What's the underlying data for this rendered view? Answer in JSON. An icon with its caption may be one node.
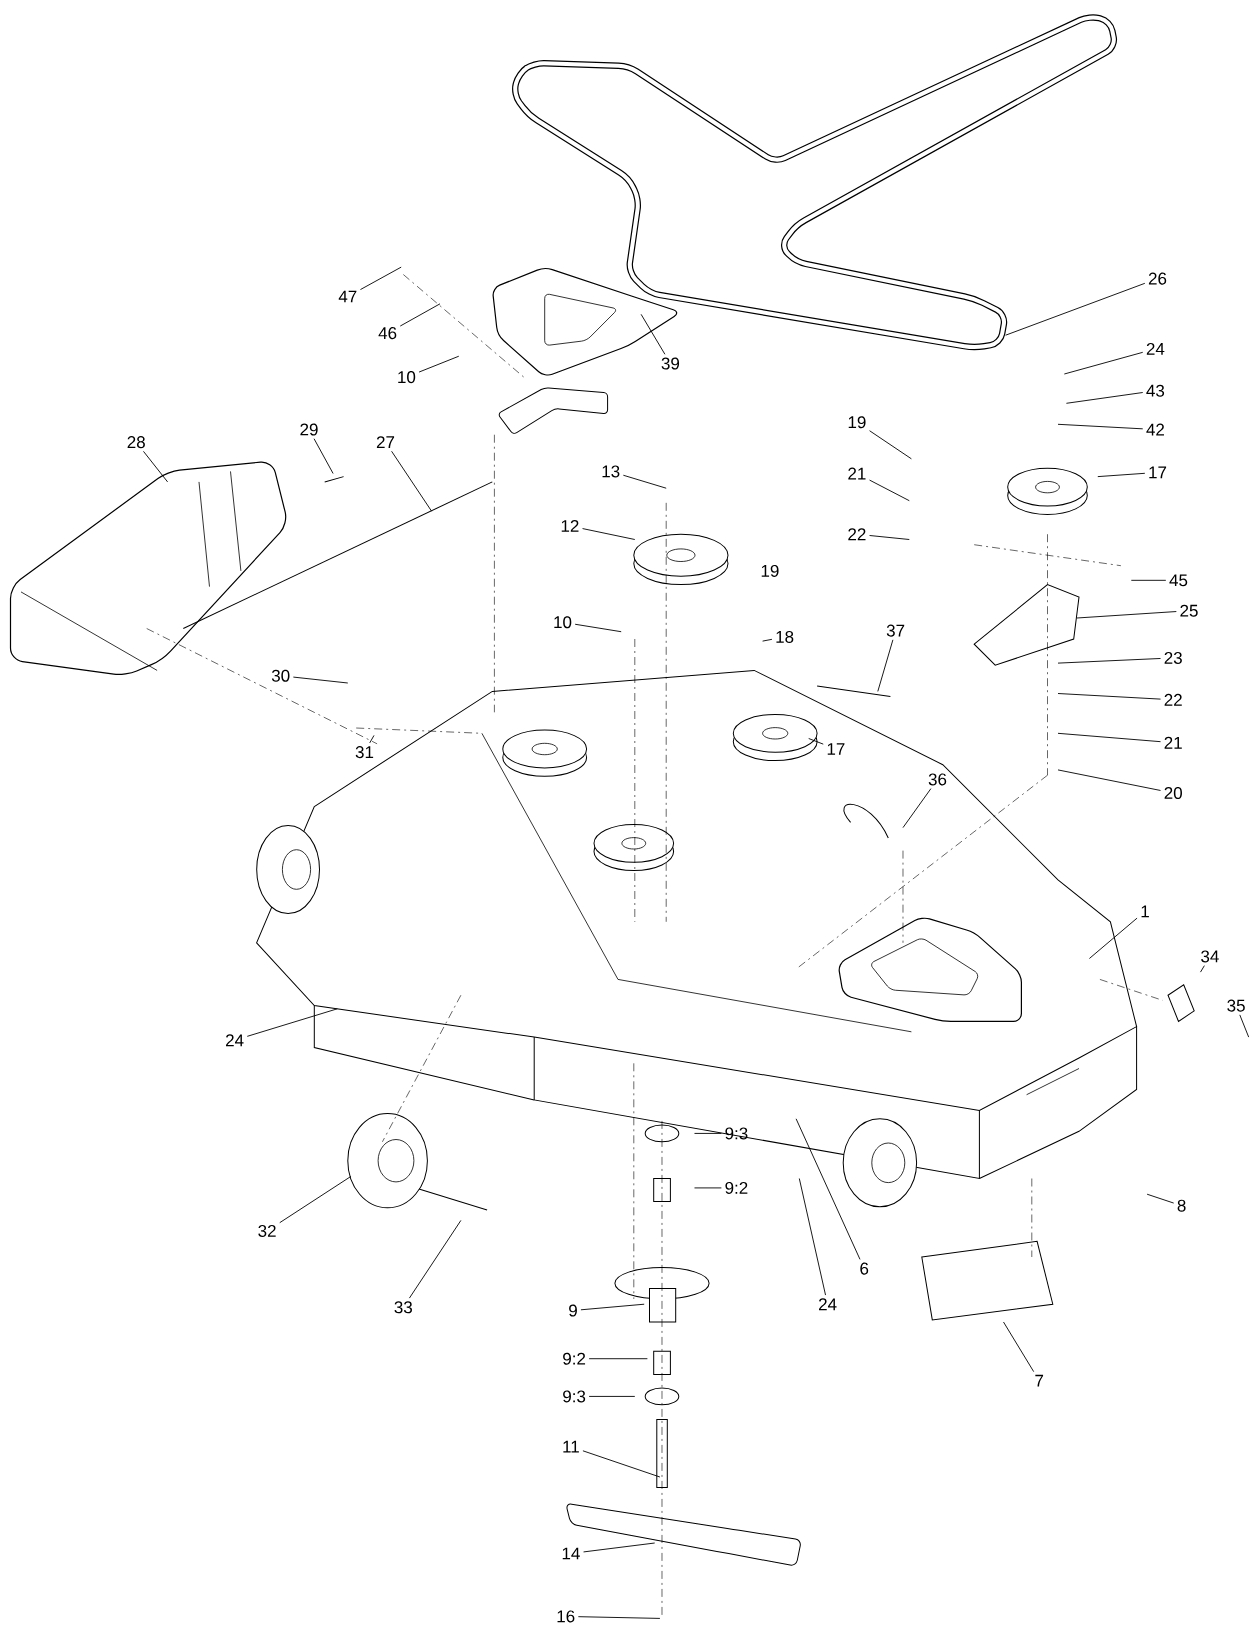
{
  "diagram": {
    "nodes": [
      {
        "text": [
          "47"
        ]
      },
      {
        "text": [
          "46"
        ]
      },
      {
        "text": [
          "10"
        ]
      },
      {
        "text": [
          "39"
        ]
      },
      {
        "text": [
          "26"
        ]
      },
      {
        "text": [
          "24"
        ]
      },
      {
        "text": [
          "43"
        ]
      },
      {
        "text": [
          "42"
        ]
      },
      {
        "text": [
          "17"
        ]
      },
      {
        "text": [
          "19"
        ]
      },
      {
        "text": [
          "21"
        ]
      },
      {
        "text": [
          "22"
        ]
      },
      {
        "text": [
          "28"
        ]
      },
      {
        "text": [
          "29"
        ]
      },
      {
        "text": [
          "27"
        ]
      },
      {
        "text": [
          "13"
        ]
      },
      {
        "text": [
          "12"
        ]
      },
      {
        "text": [
          "45"
        ]
      },
      {
        "text": [
          "25"
        ]
      },
      {
        "text": [
          "10"
        ]
      },
      {
        "text": [
          "18"
        ]
      },
      {
        "text": [
          "37"
        ]
      },
      {
        "text": [
          "23"
        ]
      },
      {
        "text": [
          "22"
        ]
      },
      {
        "text": [
          "30"
        ]
      },
      {
        "text": [
          "21"
        ]
      },
      {
        "text": [
          "17"
        ]
      },
      {
        "text": [
          "31"
        ]
      },
      {
        "text": [
          "36"
        ]
      },
      {
        "text": [
          "20"
        ]
      },
      {
        "text": [
          "1"
        ]
      },
      {
        "text": [
          "34"
        ]
      },
      {
        "text": [
          "35"
        ]
      },
      {
        "text": [
          "24"
        ]
      },
      {
        "text": [
          "9:3"
        ]
      },
      {
        "text": [
          "9:2"
        ]
      },
      {
        "text": [
          "8"
        ]
      },
      {
        "text": [
          "32"
        ]
      },
      {
        "text": [
          "6"
        ]
      },
      {
        "text": [
          "24"
        ]
      },
      {
        "text": [
          "33"
        ]
      },
      {
        "text": [
          "9"
        ]
      },
      {
        "text": [
          "9:2"
        ]
      },
      {
        "text": [
          "9:3"
        ]
      },
      {
        "text": [
          "7"
        ]
      },
      {
        "text": [
          "11"
        ]
      },
      {
        "text": [
          "14"
        ]
      },
      {
        "text": [
          "16"
        ]
      }
    ],
    "edges": [
      {
        "from": 0,
        "to": null,
        "arrow": "none"
      },
      {
        "from": 1,
        "to": null,
        "arrow": "none"
      },
      {
        "from": 2,
        "to": null,
        "arrow": "none"
      },
      {
        "from": 3,
        "to": null,
        "arrow": "none"
      },
      {
        "from": 4,
        "to": null,
        "arrow": "none"
      },
      {
        "from": 5,
        "to": null,
        "arrow": "none"
      },
      {
        "from": 6,
        "to": null,
        "arrow": "none"
      },
      {
        "from": 7,
        "to": null,
        "arrow": "none"
      },
      {
        "from": 8,
        "to": null,
        "arrow": "none"
      },
      {
        "from": 9,
        "to": null,
        "arrow": "none"
      },
      {
        "from": 10,
        "to": null,
        "arrow": "none"
      },
      {
        "from": 11,
        "to": null,
        "arrow": "none"
      },
      {
        "from": 12,
        "to": null,
        "arrow": "none"
      },
      {
        "from": 13,
        "to": null,
        "arrow": "none"
      },
      {
        "from": 14,
        "to": null,
        "arrow": "none"
      },
      {
        "from": 15,
        "to": null,
        "arrow": "none"
      },
      {
        "from": 16,
        "to": null,
        "arrow": "none"
      },
      {
        "from": 17,
        "to": null,
        "arrow": "none"
      },
      {
        "from": 18,
        "to": null,
        "arrow": "none"
      },
      {
        "from": 19,
        "to": null,
        "arrow": "none"
      },
      {
        "from": 20,
        "to": null,
        "arrow": "none"
      },
      {
        "from": 21,
        "to": null,
        "arrow": "none"
      },
      {
        "from": 22,
        "to": null,
        "arrow": "none"
      },
      {
        "from": 23,
        "to": null,
        "arrow": "none"
      },
      {
        "from": 24,
        "to": null,
        "arrow": "none"
      },
      {
        "from": 25,
        "to": null,
        "arrow": "none"
      },
      {
        "from": 26,
        "to": null,
        "arrow": "none"
      },
      {
        "from": 27,
        "to": null,
        "arrow": "none"
      },
      {
        "from": 28,
        "to": null,
        "arrow": "none"
      },
      {
        "from": 29,
        "to": null,
        "arrow": "none"
      },
      {
        "from": 30,
        "to": null,
        "arrow": "none"
      },
      {
        "from": 31,
        "to": null,
        "arrow": "none"
      },
      {
        "from": 32,
        "to": null,
        "arrow": "none"
      },
      {
        "from": 33,
        "to": null,
        "arrow": "none"
      },
      {
        "from": 34,
        "to": null,
        "arrow": "none"
      },
      {
        "from": 35,
        "to": null,
        "arrow": "none"
      },
      {
        "from": 36,
        "to": null,
        "arrow": "none"
      },
      {
        "from": 37,
        "to": null,
        "arrow": "none"
      },
      {
        "from": 38,
        "to": null,
        "arrow": "none"
      },
      {
        "from": 39,
        "to": null,
        "arrow": "none"
      },
      {
        "from": 40,
        "to": null,
        "arrow": "none"
      },
      {
        "from": 41,
        "to": null,
        "arrow": "none"
      },
      {
        "from": 42,
        "to": null,
        "arrow": "none"
      },
      {
        "from": 43,
        "to": null,
        "arrow": "none"
      },
      {
        "from": 44,
        "to": null,
        "arrow": "none"
      },
      {
        "from": 45,
        "to": null,
        "arrow": "none"
      },
      {
        "from": 46,
        "to": null,
        "arrow": "none"
      },
      {
        "from": 47,
        "to": null,
        "arrow": "none"
      }
    ],
    "labels": [
      "19"
    ]
  }
}
